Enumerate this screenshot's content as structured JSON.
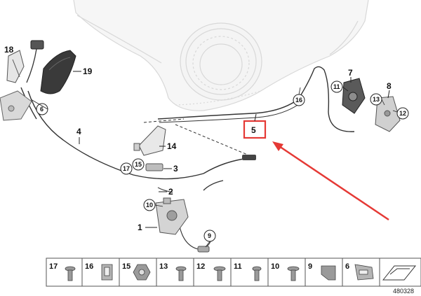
{
  "diagram": {
    "callouts": {
      "c1": "1",
      "c2": "2",
      "c3": "3",
      "c4": "4",
      "c5": "5",
      "c6": "6",
      "c7": "7",
      "c8": "8",
      "c9": "9",
      "c10": "10",
      "c11": "11",
      "c12": "12",
      "c13": "13",
      "c14": "14",
      "c15": "15",
      "c16": "16",
      "c17": "17",
      "c18": "18",
      "c19": "19"
    },
    "parts_bar": [
      "17",
      "16",
      "15",
      "13",
      "12",
      "11",
      "10",
      "9",
      "6"
    ],
    "diagram_number": "480328",
    "highlight_color": "#e53935"
  }
}
